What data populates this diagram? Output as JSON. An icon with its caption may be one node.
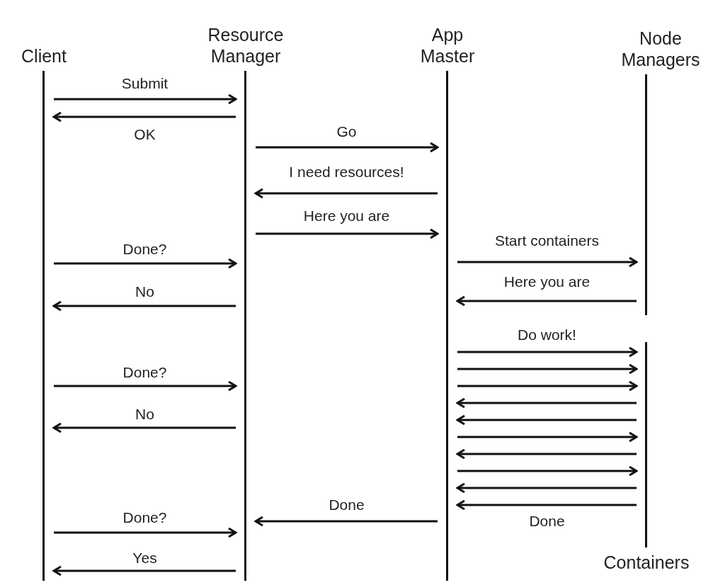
{
  "diagram": {
    "nodes": [
      {
        "text": [
          "Client"
        ]
      },
      {
        "text": [
          "Resource Manager"
        ]
      },
      {
        "text": [
          "App Master"
        ]
      },
      {
        "text": [
          "Node Managers"
        ]
      },
      {
        "text": [
          "Containers"
        ]
      }
    ],
    "edges": [
      {
        "from": 0,
        "to": 1,
        "arrow": "to",
        "label": "Submit"
      },
      {
        "from": 1,
        "to": 0,
        "arrow": "to",
        "label": "OK"
      },
      {
        "from": 1,
        "to": 2,
        "arrow": "to",
        "label": "Go"
      },
      {
        "from": 2,
        "to": 1,
        "arrow": "to",
        "label": "I need resources!"
      },
      {
        "from": 1,
        "to": 2,
        "arrow": "to",
        "label": "Here you are"
      },
      {
        "from": 2,
        "to": 3,
        "arrow": "to",
        "label": "Start containers"
      },
      {
        "from": 0,
        "to": 1,
        "arrow": "to",
        "label": "Done?"
      },
      {
        "from": 3,
        "to": 2,
        "arrow": "to",
        "label": "Here you are"
      },
      {
        "from": 1,
        "to": 0,
        "arrow": "to",
        "label": "No"
      },
      {
        "from": 2,
        "to": 4,
        "arrow": "to",
        "label": "Do work!"
      },
      {
        "from": 2,
        "to": 4,
        "arrow": "to"
      },
      {
        "from": 2,
        "to": 4,
        "arrow": "to"
      },
      {
        "from": 0,
        "to": 1,
        "arrow": "to",
        "label": "Done?"
      },
      {
        "from": 4,
        "to": 2,
        "arrow": "to"
      },
      {
        "from": 1,
        "to": 0,
        "arrow": "to",
        "label": "No"
      },
      {
        "from": 4,
        "to": 2,
        "arrow": "to"
      },
      {
        "from": 2,
        "to": 4,
        "arrow": "to"
      },
      {
        "from": 4,
        "to": 2,
        "arrow": "to"
      },
      {
        "from": 2,
        "to": 4,
        "arrow": "to"
      },
      {
        "from": 4,
        "to": 2,
        "arrow": "to"
      },
      {
        "from": 4,
        "to": 2,
        "arrow": "to",
        "label": "Done"
      },
      {
        "from": 2,
        "to": 1,
        "arrow": "to",
        "label": "Done"
      },
      {
        "from": 0,
        "to": 1,
        "arrow": "to",
        "label": "Done?"
      },
      {
        "from": 1,
        "to": 0,
        "arrow": "to",
        "label": "Yes"
      }
    ]
  }
}
